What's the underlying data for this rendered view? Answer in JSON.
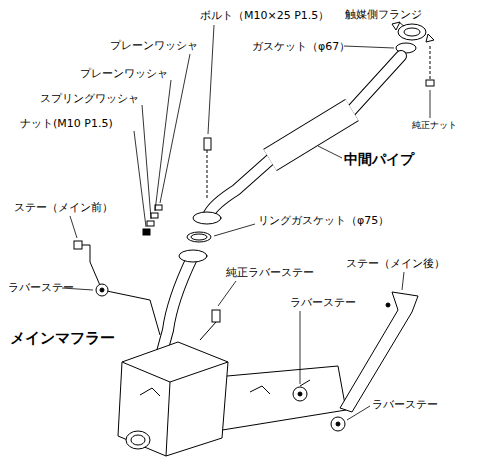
{
  "diagram": {
    "labels": [
      "ボルト（M10×25 P1.5）",
      "触媒側フランジ",
      "プレーンワッシャ",
      "ガスケット（φ67）",
      "プレーンワッシャ",
      "スプリングワッシャ",
      "ナット(M10 P1.5)",
      "純正ナット",
      "中間パイプ",
      "ステー（メイン前）",
      "リングガスケット（φ75）",
      "純正ラバーステー",
      "ステー（メイン後）",
      "ラバーステー",
      "ラバーステー",
      "メインマフラー",
      "ラバーステー"
    ]
  }
}
